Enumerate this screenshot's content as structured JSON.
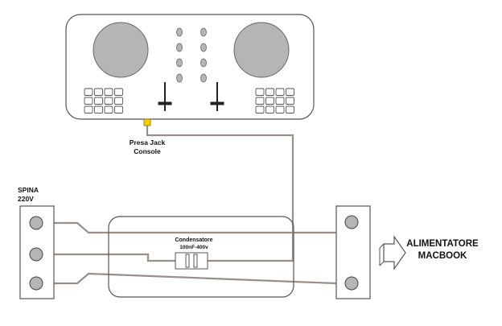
{
  "labels": {
    "jack": [
      "Presa Jack",
      "Console"
    ],
    "plug": [
      "SPINA",
      "220V"
    ],
    "capacitor": [
      "Condensatore",
      "100nF-400v"
    ],
    "target": [
      "ALIMENTATORE",
      "MACBOOK"
    ]
  },
  "colors": {
    "wire": "#9a8f86",
    "outline": "#555555",
    "knob": "#b5b5b5",
    "jack": "#f5d000",
    "background": "#ffffff"
  },
  "icons": {
    "platter": "circle",
    "pin": "circle",
    "arrow": "right-arrow"
  }
}
